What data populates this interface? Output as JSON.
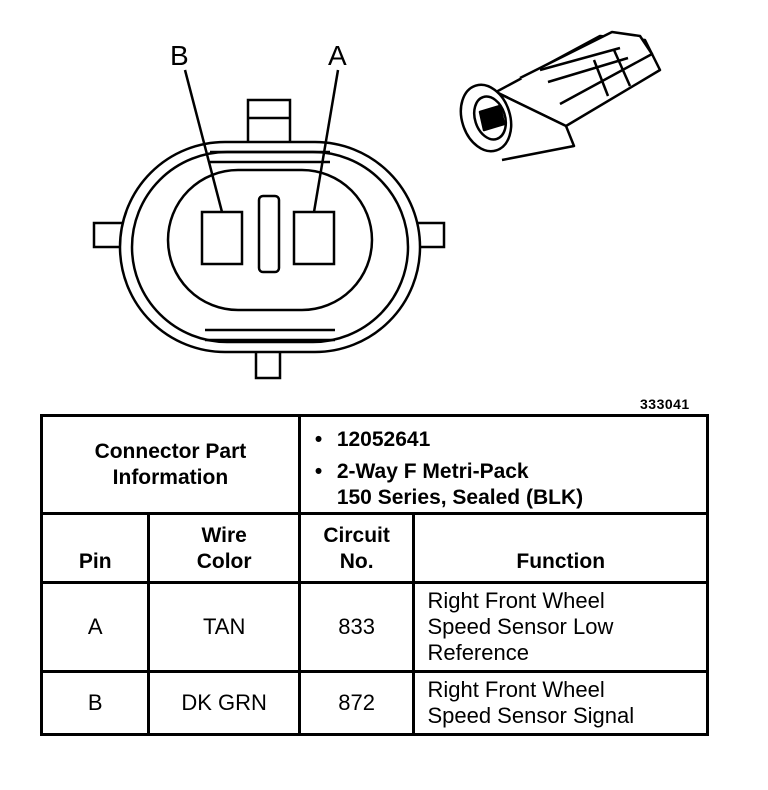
{
  "diagram": {
    "pin_labels": [
      "B",
      "A"
    ],
    "reference_number": "333041"
  },
  "connector_info": {
    "label_line1": "Connector Part",
    "label_line2": "Information",
    "part_number": "12052641",
    "description_line1": "2-Way F Metri-Pack",
    "description_line2": "150 Series, Sealed (BLK)"
  },
  "table": {
    "headers": {
      "pin": "Pin",
      "wire_color_line1": "Wire",
      "wire_color_line2": "Color",
      "circuit_line1": "Circuit",
      "circuit_line2": "No.",
      "function": "Function"
    },
    "rows": [
      {
        "pin": "A",
        "wire_color": "TAN",
        "circuit": "833",
        "function_lines": [
          "Right Front Wheel",
          "Speed Sensor Low",
          "Reference"
        ]
      },
      {
        "pin": "B",
        "wire_color": "DK GRN",
        "circuit": "872",
        "function_lines": [
          "Right Front Wheel",
          "Speed Sensor Signal"
        ]
      }
    ]
  }
}
